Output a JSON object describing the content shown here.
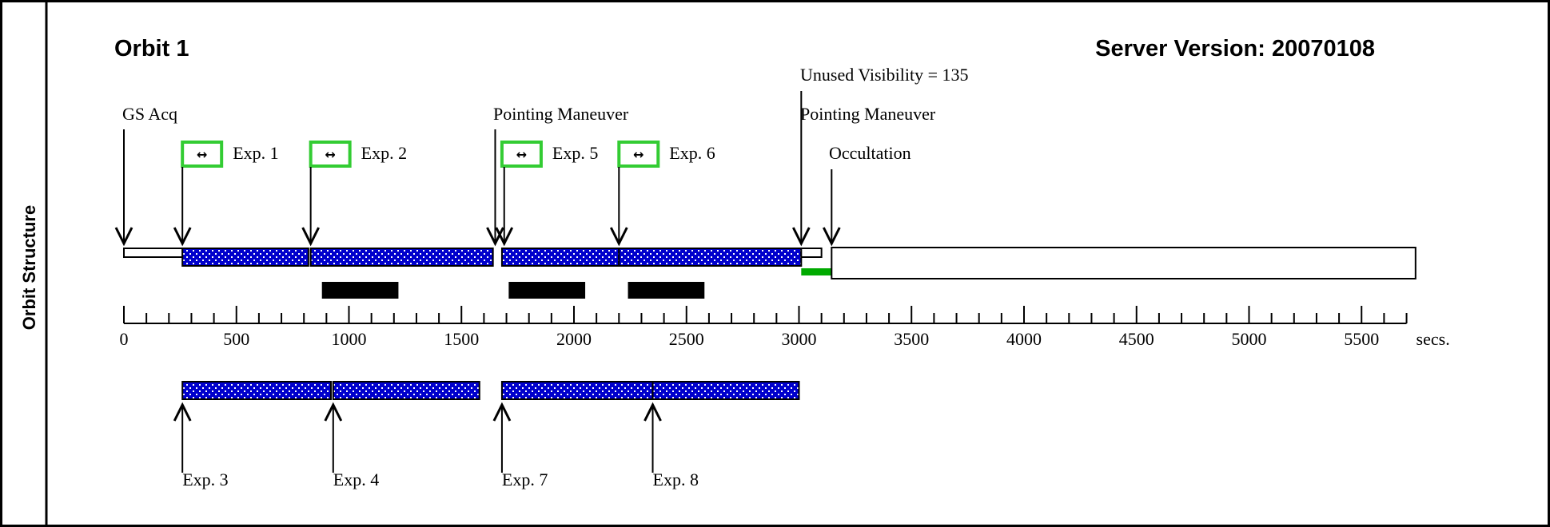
{
  "side_label": "Orbit Structure",
  "orbit_title": "Orbit 1",
  "server_version": "Server Version: 20070108",
  "colors": {
    "exposure_fill": "#0000cc",
    "exposure_dot": "#ffffff",
    "marker_border": "#33cc33",
    "unused_visibility": "#00aa00",
    "black_bar": "#000000"
  },
  "axis": {
    "unit": "secs.",
    "min": 0,
    "max": 5700,
    "ticks": [
      "0",
      "500",
      "1000",
      "1500",
      "2000",
      "2500",
      "3000",
      "3500",
      "4000",
      "4500",
      "5000",
      "5500"
    ],
    "tick_values": [
      0,
      500,
      1000,
      1500,
      2000,
      2500,
      3000,
      3500,
      4000,
      4500,
      5000,
      5500
    ],
    "minor_step": 100
  },
  "annotations": {
    "gs_acq": "GS Acq",
    "pointing_maneuver_1": "Pointing Maneuver",
    "pointing_maneuver_2": "Pointing Maneuver",
    "unused_visibility": "Unused Visibility = 135",
    "occultation": "Occultation"
  },
  "top_exposure_labels": [
    "Exp. 1",
    "Exp. 2",
    "Exp. 5",
    "Exp. 6"
  ],
  "bottom_exposure_labels": [
    "Exp. 3",
    "Exp. 4",
    "Exp. 7",
    "Exp. 8"
  ],
  "timeline": {
    "gs_acq": [
      0,
      260
    ],
    "exposures_top": [
      [
        260,
        820
      ],
      [
        830,
        1640
      ],
      [
        1680,
        2200
      ],
      [
        2200,
        3010
      ]
    ],
    "slew_small": [
      3010,
      3100
    ],
    "unused_visibility": [
      3010,
      3145
    ],
    "occultation": [
      3145,
      5740
    ],
    "black_bars": [
      [
        880,
        1220
      ],
      [
        1710,
        2050
      ],
      [
        2240,
        2580
      ]
    ],
    "exposures_bottom": [
      [
        260,
        920
      ],
      [
        930,
        1580
      ],
      [
        1680,
        2350
      ],
      [
        2350,
        3000
      ]
    ],
    "down_arrows": [
      0,
      260,
      830,
      1650,
      1690,
      2200,
      3010,
      3145
    ],
    "up_arrows": [
      260,
      930,
      1680,
      2350
    ]
  }
}
